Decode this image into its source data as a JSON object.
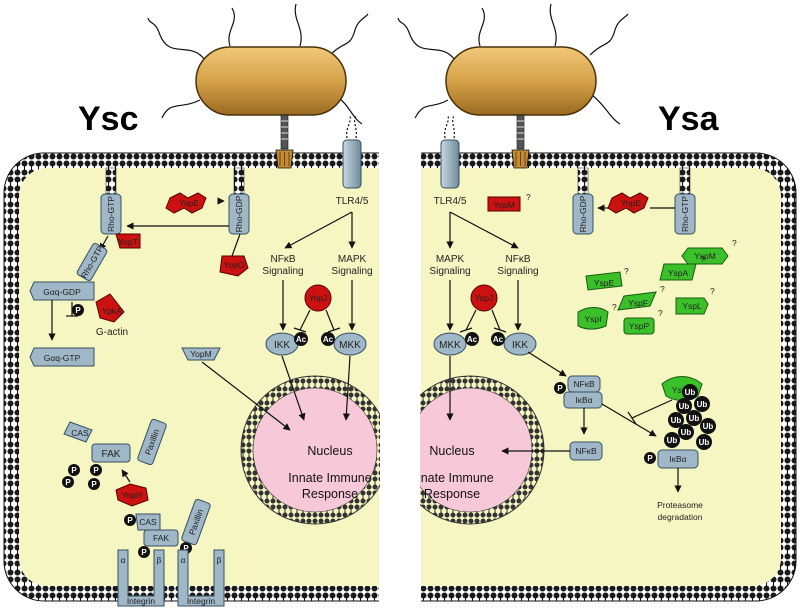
{
  "titles": {
    "left": "Ysc",
    "right": "Ysa"
  },
  "colors": {
    "cytoplasm": "#f6f6c3",
    "bacterium": "#d6a24a",
    "nucleus": "#f7c9d8",
    "yop_effector": "#cc1111",
    "ysp_effector": "#3cc02a",
    "host_protein": "#9fb7c7"
  },
  "left": {
    "receptor": "TLR4/5",
    "rho_gtp": "Rho-GTP",
    "rho_gdp": "Rho-GDP",
    "rho_gtp2": "Rho-GTP",
    "yope": "YopE",
    "yopt": "YopT",
    "yopo": "YopO",
    "galpha_gdp": "Gαq-GDP",
    "galpha_gtp": "Gαq-GTP",
    "ypka": "YpkA",
    "gactin": "G-actin",
    "nfkb_sig1": "NFκB",
    "nfkb_sig2": "Signaling",
    "mapk_sig1": "MAPK",
    "mapk_sig2": "Signaling",
    "yopj": "YopJ",
    "ikk": "IKK",
    "mkk": "MKK",
    "ac": "Ac",
    "yopm": "YopM",
    "cas": "CAS",
    "fak": "FAK",
    "paxillin": "Paxillin",
    "p": "P",
    "yoph": "YopH",
    "alpha": "α",
    "beta": "β",
    "integrin": "Integrin",
    "nucleus": "Nucleus",
    "innate1": "Innate Immune",
    "innate2": "Response"
  },
  "right": {
    "receptor": "TLR4/5",
    "yopm": "YopM",
    "q": "?",
    "rho_gdp": "Rho-GDP",
    "rho_gtp": "Rho-GTP",
    "yope": "YopE",
    "mapk_sig1": "MAPK",
    "mapk_sig2": "Signaling",
    "nfkb_sig1": "NFκB",
    "nfkb_sig2": "Signaling",
    "yopj": "YopJ",
    "mkk": "MKK",
    "ikk": "IKK",
    "ac": "Ac",
    "yspm": "YspM",
    "yspa": "YspA",
    "yspe": "YspE",
    "yspf": "YspF",
    "yspl": "YspL",
    "yspi": "YspI",
    "yspp": "YspP",
    "nfkb": "NFκB",
    "ikba": "IκBα",
    "p": "P",
    "yspk": "YspK",
    "ub": "Ub",
    "nucleus": "Nucleus",
    "innate1": "Innate Immune",
    "innate2": "Response",
    "proteasome1": "Proteasome",
    "proteasome2": "degradation"
  }
}
